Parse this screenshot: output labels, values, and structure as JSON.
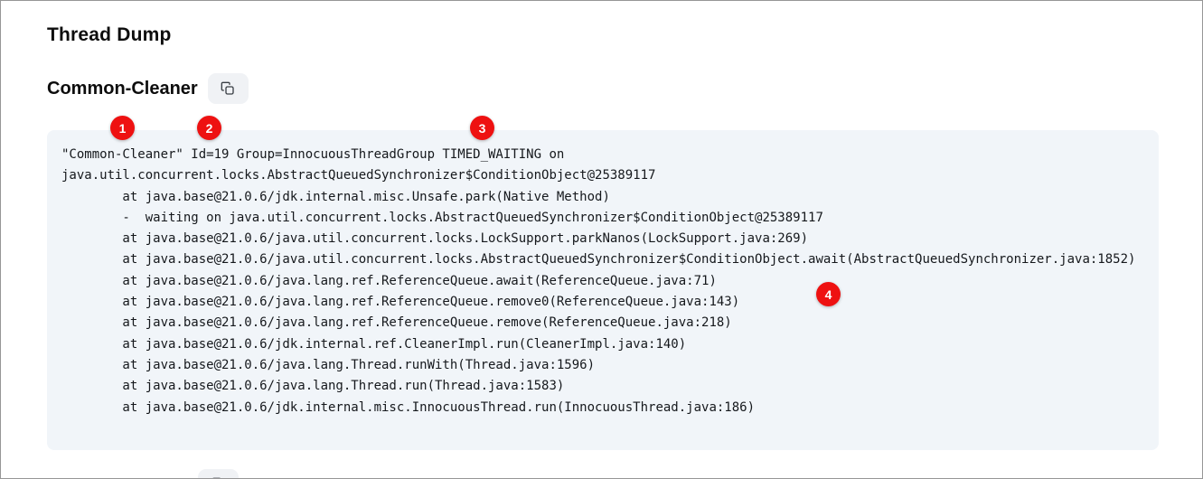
{
  "page": {
    "title": "Thread Dump"
  },
  "section": {
    "title": "Common-Cleaner"
  },
  "thread_dump": {
    "lines": [
      "\"Common-Cleaner\" Id=19 Group=InnocuousThreadGroup TIMED_WAITING on",
      "java.util.concurrent.locks.AbstractQueuedSynchronizer$ConditionObject@25389117",
      "        at java.base@21.0.6/jdk.internal.misc.Unsafe.park(Native Method)",
      "        -  waiting on java.util.concurrent.locks.AbstractQueuedSynchronizer$ConditionObject@25389117",
      "        at java.base@21.0.6/java.util.concurrent.locks.LockSupport.parkNanos(LockSupport.java:269)",
      "        at java.base@21.0.6/java.util.concurrent.locks.AbstractQueuedSynchronizer$ConditionObject.await(AbstractQueuedSynchronizer.java:1852)",
      "        at java.base@21.0.6/java.lang.ref.ReferenceQueue.await(ReferenceQueue.java:71)",
      "        at java.base@21.0.6/java.lang.ref.ReferenceQueue.remove0(ReferenceQueue.java:143)",
      "        at java.base@21.0.6/java.lang.ref.ReferenceQueue.remove(ReferenceQueue.java:218)",
      "        at java.base@21.0.6/jdk.internal.ref.CleanerImpl.run(CleanerImpl.java:140)",
      "        at java.base@21.0.6/java.lang.Thread.runWith(Thread.java:1596)",
      "        at java.base@21.0.6/java.lang.Thread.run(Thread.java:1583)",
      "        at java.base@21.0.6/jdk.internal.misc.InnocuousThread.run(InnocuousThread.java:186)"
    ]
  },
  "annotations": [
    {
      "label": "1"
    },
    {
      "label": "2"
    },
    {
      "label": "3"
    },
    {
      "label": "4"
    }
  ],
  "icons": {
    "copy": "copy-icon"
  },
  "colors": {
    "badge_red": "#ee1111",
    "code_background": "#f1f5f9",
    "button_background": "#f0f2f5"
  }
}
